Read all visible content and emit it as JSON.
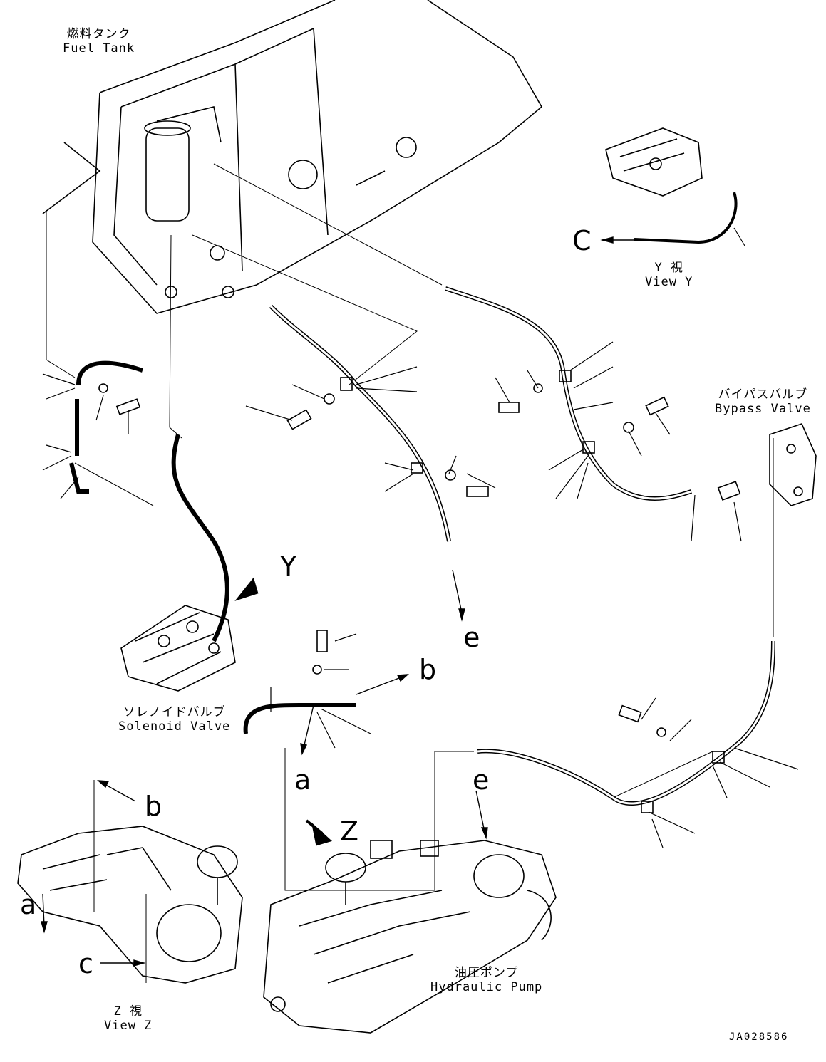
{
  "labels": {
    "fuel_tank": {
      "jp": "燃料タンク",
      "en": "Fuel Tank"
    },
    "view_y": {
      "jp": "Y 視",
      "en": "View Y"
    },
    "bypass_valve": {
      "jp": "バイパスバルブ",
      "en": "Bypass Valve"
    },
    "solenoid_valve": {
      "jp": "ソレノイドバルブ",
      "en": "Solenoid Valve"
    },
    "hydraulic_pump": {
      "jp": "油圧ポンプ",
      "en": "Hydraulic Pump"
    },
    "view_z": {
      "jp": "Z 視",
      "en": "View Z"
    }
  },
  "callouts": {
    "c_top": "C",
    "y": "Y",
    "e_mid": "e",
    "b_mid": "b",
    "a_mid": "a",
    "z": "Z",
    "e_pump": "e",
    "b_left": "b",
    "a_left": "a",
    "c_left": "c"
  },
  "drawing_code": "JA028586"
}
